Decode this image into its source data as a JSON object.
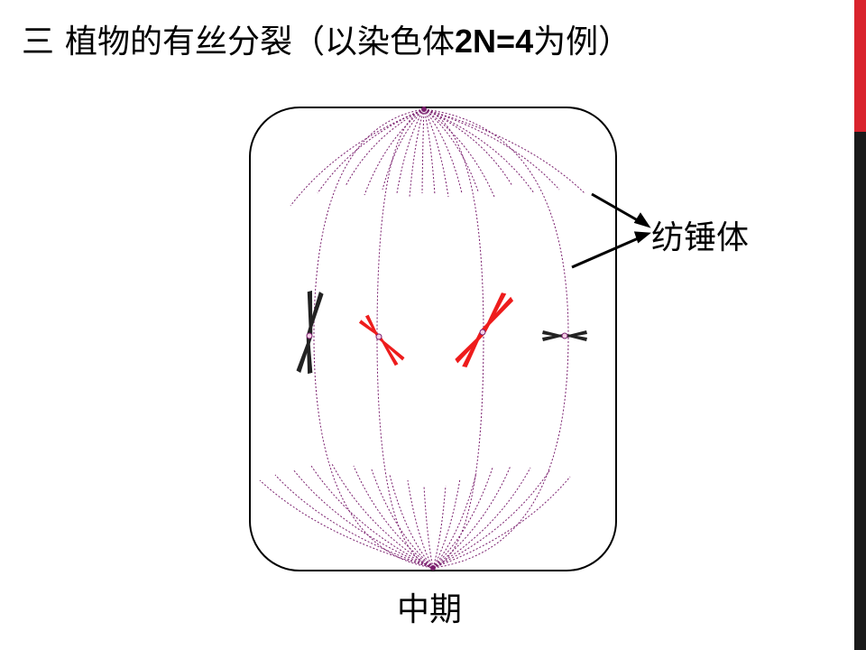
{
  "title": {
    "number": "三",
    "main": "植物的有丝分裂（以染色体",
    "formula": "2N=4",
    "end": "为例）"
  },
  "labels": {
    "spindle": "纺锤体",
    "phase": "中期"
  },
  "colors": {
    "accent_red": "#d9232d",
    "accent_dark": "#1a1a1a",
    "spindle_fiber": "#7a1f6e",
    "chromosome_red": "#ee1c1c",
    "chromosome_dark": "#222222",
    "cell_wall": "#000000"
  }
}
